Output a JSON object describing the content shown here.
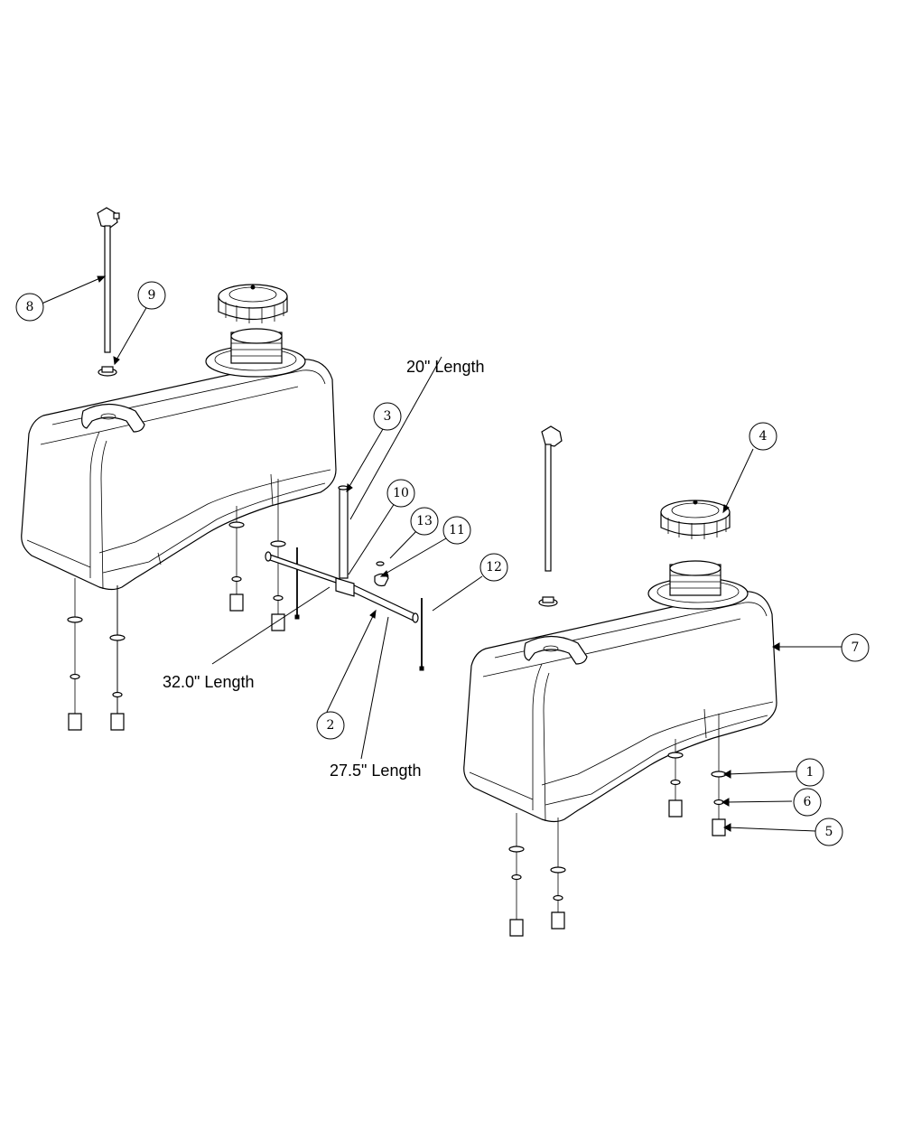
{
  "callouts": [
    "1",
    "2",
    "3",
    "4",
    "5",
    "6",
    "7",
    "8",
    "9",
    "10",
    "11",
    "12",
    "13"
  ],
  "dimensions": {
    "d20": "20\" Length",
    "d32": "32.0\" Length",
    "d275": "27.5\" Length"
  }
}
